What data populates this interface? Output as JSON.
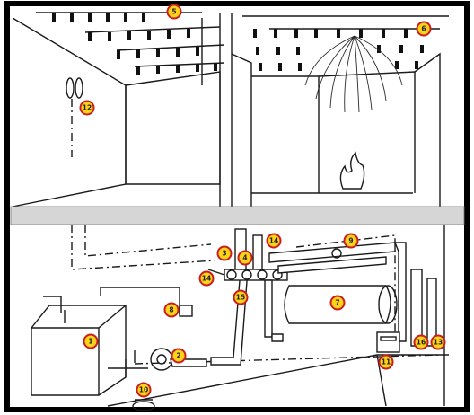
{
  "diagram": {
    "markers": [
      {
        "id": "m1",
        "label": "1"
      },
      {
        "id": "m2",
        "label": "2"
      },
      {
        "id": "m3",
        "label": "3"
      },
      {
        "id": "m4",
        "label": "4"
      },
      {
        "id": "m5",
        "label": "5"
      },
      {
        "id": "m6",
        "label": "6"
      },
      {
        "id": "m7",
        "label": "7"
      },
      {
        "id": "m8",
        "label": "8"
      },
      {
        "id": "m9",
        "label": "9"
      },
      {
        "id": "m10",
        "label": "10"
      },
      {
        "id": "m11",
        "label": "11"
      },
      {
        "id": "m12",
        "label": "12"
      },
      {
        "id": "m13",
        "label": "13"
      },
      {
        "id": "m14a",
        "label": "14"
      },
      {
        "id": "m14b",
        "label": "14"
      },
      {
        "id": "m15",
        "label": "15"
      },
      {
        "id": "m16",
        "label": "16"
      }
    ]
  }
}
